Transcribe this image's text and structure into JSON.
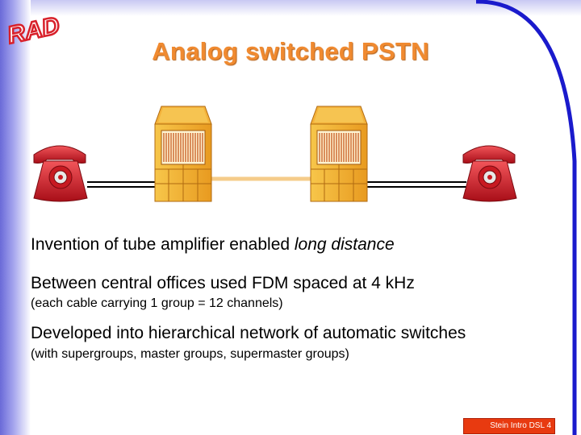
{
  "logo": {
    "text": "RAD",
    "color": "#d8202a"
  },
  "title": "Analog switched PSTN",
  "colors": {
    "accent": "#f08a30",
    "phone": "#d8202a",
    "exchange": "#f0b030",
    "footer": "#e83a10"
  },
  "icons": [
    "telephone-icon",
    "central-office-icon",
    "central-office-icon",
    "telephone-icon"
  ],
  "bullets": [
    {
      "text_before": "Invention of tube amplifier enabled ",
      "text_italic": "long distance"
    },
    {
      "text": "Between central offices used FDM spaced at 4 kHz"
    },
    {
      "text": "Developed into hierarchical network of automatic switches"
    }
  ],
  "subs": [
    {
      "text": "(each cable carrying 1 group = 12 channels)"
    },
    {
      "text": "(with supergroups, master groups, supermaster groups)"
    }
  ],
  "footer": {
    "text": "Stein Intro DSL 4"
  }
}
